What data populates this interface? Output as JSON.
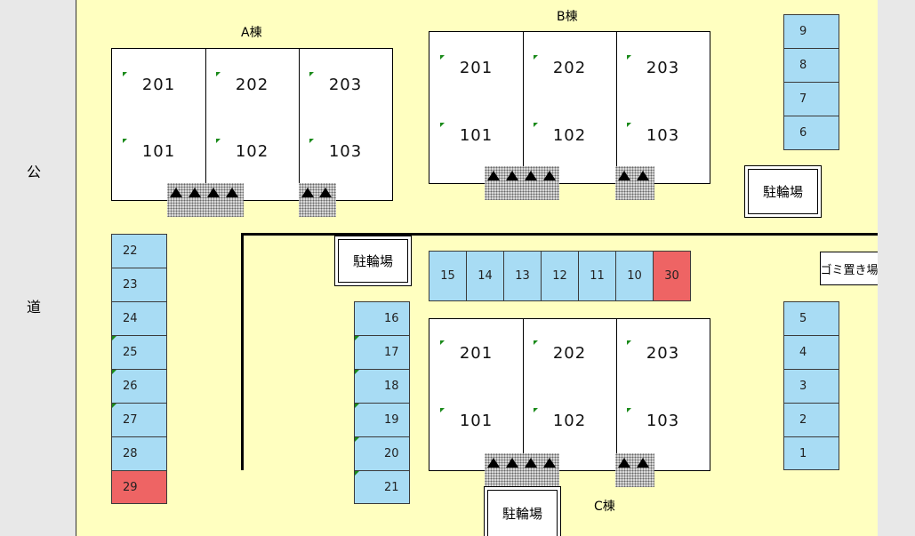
{
  "road": {
    "char1": "公",
    "char2": "道"
  },
  "building_a": {
    "label": "A棟",
    "upper": [
      "201",
      "202",
      "203"
    ],
    "lower": [
      "101",
      "102",
      "103"
    ]
  },
  "building_b": {
    "label": "B棟",
    "upper": [
      "201",
      "202",
      "203"
    ],
    "lower": [
      "101",
      "102",
      "103"
    ]
  },
  "building_c": {
    "label": "C棟",
    "upper": [
      "201",
      "202",
      "203"
    ],
    "lower": [
      "101",
      "102",
      "103"
    ]
  },
  "parking": {
    "top_right": [
      "9",
      "8",
      "7",
      "6"
    ],
    "right": [
      "5",
      "4",
      "3",
      "2",
      "1"
    ],
    "left": [
      "22",
      "23",
      "24",
      "25",
      "26",
      "27",
      "28",
      "29"
    ],
    "middle": [
      "16",
      "17",
      "18",
      "19",
      "20",
      "21"
    ],
    "row": [
      "15",
      "14",
      "13",
      "12",
      "11",
      "10",
      "30"
    ]
  },
  "bike_parking": {
    "label": "駐輪場"
  },
  "trash_area": {
    "label": "ゴミ置き場"
  },
  "colors": {
    "lot": "#ffffc0",
    "space": "#a8dcf4",
    "reserved": "#ee6464",
    "marker": "#1a8a1a"
  }
}
